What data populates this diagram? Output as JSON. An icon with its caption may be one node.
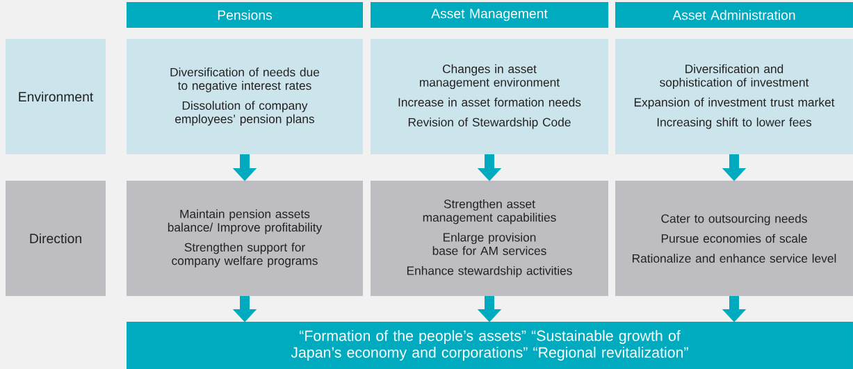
{
  "diagram": {
    "nodes": [
      {
        "text": [
          "Pensions"
        ]
      },
      {
        "text": [
          "Asset Management"
        ]
      },
      {
        "text": [
          "Asset Administration"
        ]
      },
      {
        "text": [
          "Environment"
        ]
      },
      {
        "text": [
          "Diversification of needs due to negative interest rates",
          "Dissolution of company employees’ pension plans"
        ]
      },
      {
        "text": [
          "Changes in asset management environment",
          "Increase in asset formation needs",
          "Revision of Stewardship Code"
        ]
      },
      {
        "text": [
          "Diversification and sophistication of investment",
          "Expansion of investment trust market",
          "Increasing shift to lower fees"
        ]
      },
      {
        "text": [
          "Direction"
        ]
      },
      {
        "text": [
          "Maintain pension assets balance/ Improve profitability",
          "Strengthen support for company welfare programs"
        ]
      },
      {
        "text": [
          "Strengthen asset management capabilities",
          "Enlarge provision base for AM services",
          "Enhance stewardship activities"
        ]
      },
      {
        "text": [
          "Cater to outsourcing needs",
          "Pursue economies of scale",
          "Rationalize and enhance service level"
        ]
      },
      {
        "text": [
          "“Formation of the people’s assets” “Sustainable growth of Japan’s economy and corporations” “Regional revitalization”"
        ]
      }
    ],
    "edges": [
      {
        "from": 4,
        "to": 8,
        "arrow": "to"
      },
      {
        "from": 5,
        "to": 9,
        "arrow": "to"
      },
      {
        "from": 6,
        "to": 10,
        "arrow": "to"
      },
      {
        "from": 8,
        "to": 11,
        "arrow": "to"
      },
      {
        "from": 9,
        "to": 11,
        "arrow": "to"
      },
      {
        "from": 10,
        "to": 11,
        "arrow": "to"
      }
    ]
  }
}
